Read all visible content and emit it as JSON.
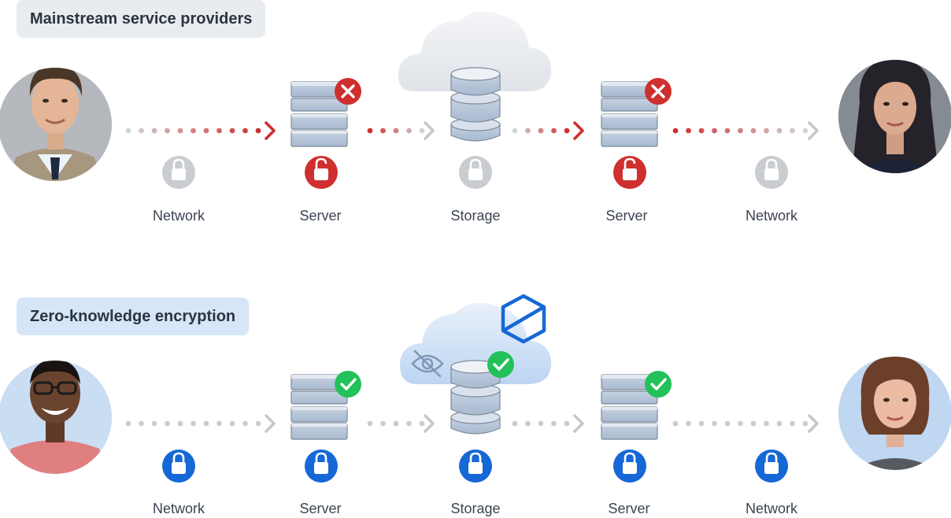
{
  "rows": [
    {
      "title": "Mainstream service providers",
      "labels": [
        "Network",
        "Server",
        "Storage",
        "Server",
        "Network"
      ]
    },
    {
      "title": "Zero-knowledge encryption",
      "labels": [
        "Network",
        "Server",
        "Storage",
        "Server",
        "Network"
      ]
    }
  ],
  "colors": {
    "danger": "#cf2f2f",
    "danger_light": "#e3b3b3",
    "safe": "#1668d6",
    "ok": "#22c15a",
    "muted": "#c9ccd1",
    "arrow_gray": "#c4c8cd"
  }
}
